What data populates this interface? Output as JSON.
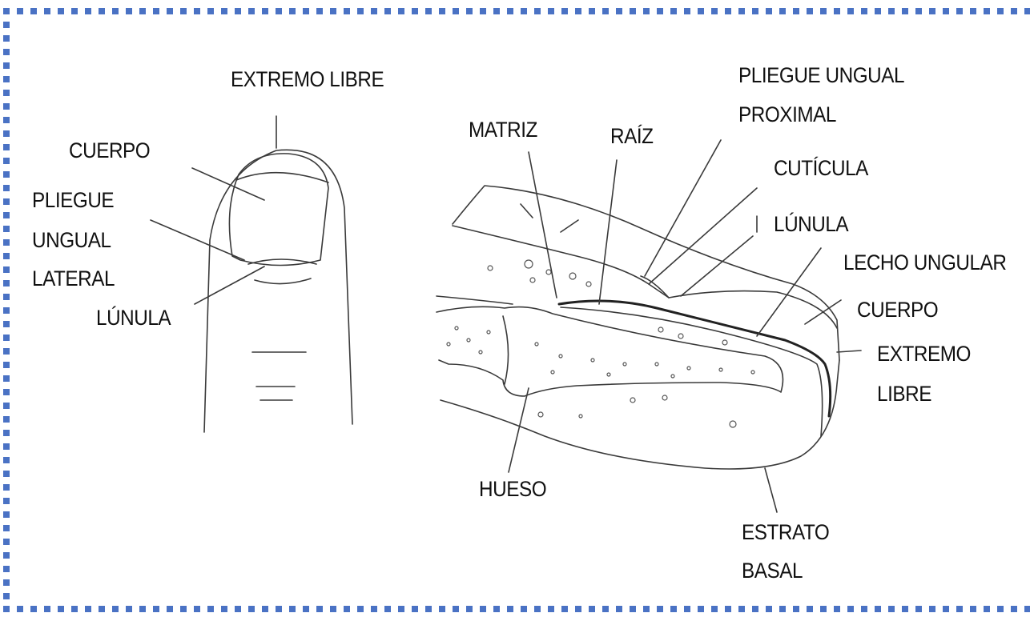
{
  "border": {
    "color": "#4a72c4"
  },
  "labels": {
    "left_free_edge": "EXTREMO LIBRE",
    "left_body": "CUERPO",
    "left_fold_line1": "PLIEGUE",
    "left_fold_line2": "UNGUAL",
    "left_fold_line3": "LATERAL",
    "left_lunula": "LÚNULA",
    "matrix": "MATRIZ",
    "root": "RAÍZ",
    "prox_fold_line1": "PLIEGUE UNGUAL",
    "prox_fold_line2": "PROXIMAL",
    "cuticle": "CUTÍCULA",
    "right_lunula": "LÚNULA",
    "nail_bed": "LECHO UNGULAR",
    "right_body": "CUERPO",
    "right_free_edge_line1": "EXTREMO",
    "right_free_edge_line2": "LIBRE",
    "bone": "HUESO",
    "basal_line1": "ESTRATO",
    "basal_line2": "BASAL"
  }
}
